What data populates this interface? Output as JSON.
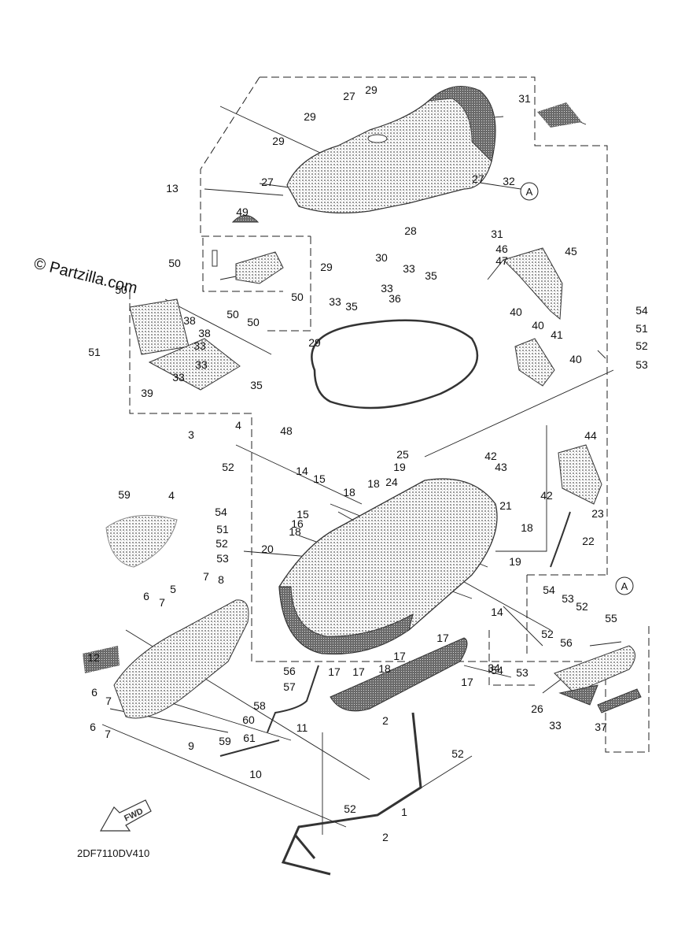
{
  "watermark": "© Partzilla.com",
  "diagram_code": "2DF7110DV410",
  "fwd_label": "FWD",
  "marker_label": "A",
  "callouts": [
    "1",
    "2",
    "2",
    "3",
    "4",
    "4",
    "5",
    "6",
    "6",
    "6",
    "7",
    "7",
    "7",
    "7",
    "8",
    "9",
    "10",
    "11",
    "12",
    "13",
    "14",
    "14",
    "15",
    "15",
    "16",
    "17",
    "17",
    "17",
    "17",
    "17",
    "18",
    "18",
    "18",
    "18",
    "18",
    "19",
    "19",
    "20",
    "21",
    "22",
    "23",
    "24",
    "25",
    "26",
    "27",
    "27",
    "27",
    "28",
    "29",
    "29",
    "29",
    "29",
    "29",
    "30",
    "31",
    "31",
    "32",
    "33",
    "33",
    "33",
    "33",
    "33",
    "33",
    "33",
    "34",
    "35",
    "35",
    "35",
    "36",
    "37",
    "38",
    "38",
    "39",
    "40",
    "40",
    "40",
    "41",
    "42",
    "42",
    "43",
    "44",
    "45",
    "46",
    "47",
    "48",
    "49",
    "50",
    "50",
    "50",
    "50",
    "50",
    "51",
    "51",
    "51",
    "52",
    "52",
    "52",
    "52",
    "52",
    "52",
    "52",
    "53",
    "53",
    "53",
    "53",
    "54",
    "54",
    "54",
    "54",
    "55",
    "56",
    "56",
    "57",
    "58",
    "59",
    "59",
    "60",
    "61"
  ]
}
